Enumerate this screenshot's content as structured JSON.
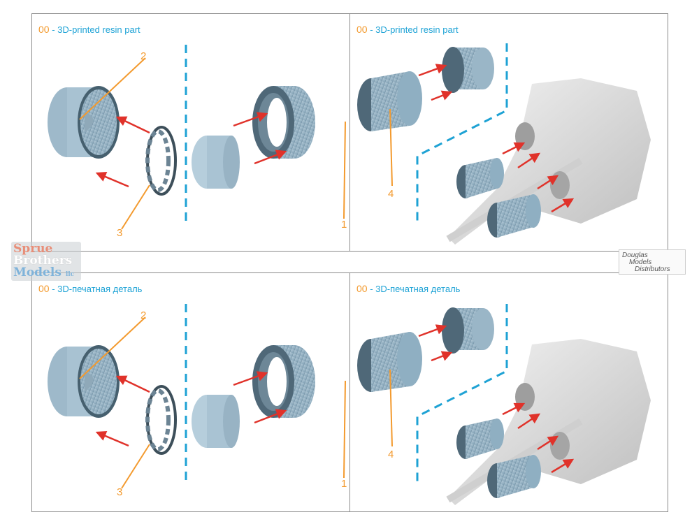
{
  "colors": {
    "code": "#F39A2E",
    "caption": "#1FA3D6",
    "dashed_line": "#1EA2D4",
    "arrow": "#E0322A",
    "part": "#8FAFC2",
    "label_line": "#F39A2E"
  },
  "panels": [
    {
      "code": "00",
      "caption": " - 3D-printed resin part",
      "labels": [
        "2",
        "3",
        "1"
      ]
    },
    {
      "code": "00",
      "caption": " - 3D-printed resin part",
      "labels": [
        "4"
      ]
    },
    {
      "code": "00",
      "caption": " - 3D-печатная деталь",
      "labels": [
        "2",
        "3",
        "1"
      ]
    },
    {
      "code": "00",
      "caption": " - 3D-печатная деталь",
      "labels": [
        "4"
      ]
    }
  ],
  "watermarks": {
    "sbm": {
      "line1": "Sprue",
      "line2": "Brothers",
      "line3": "Models",
      "suffix": "llc"
    },
    "dmd": {
      "line1": "Douglas",
      "line2": "Models",
      "line3": "Distributors"
    }
  }
}
